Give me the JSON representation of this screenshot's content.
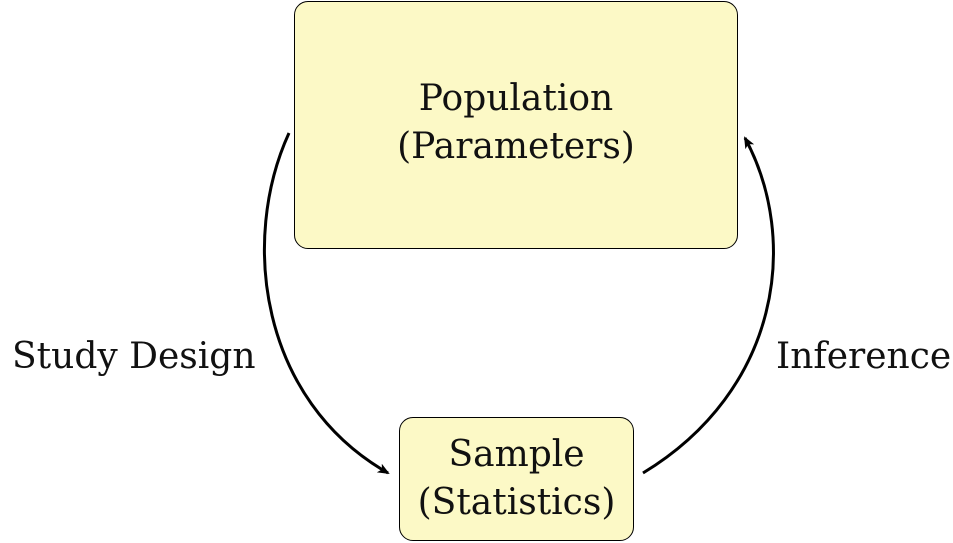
{
  "nodes": {
    "population": {
      "line1": "Population",
      "line2": "(Parameters)"
    },
    "sample": {
      "line1": "Sample",
      "line2": "(Statistics)"
    }
  },
  "edges": {
    "study_design": "Study Design",
    "inference": "Inference"
  },
  "colors": {
    "box_fill": "#fcf9c6",
    "stroke": "#000000"
  }
}
